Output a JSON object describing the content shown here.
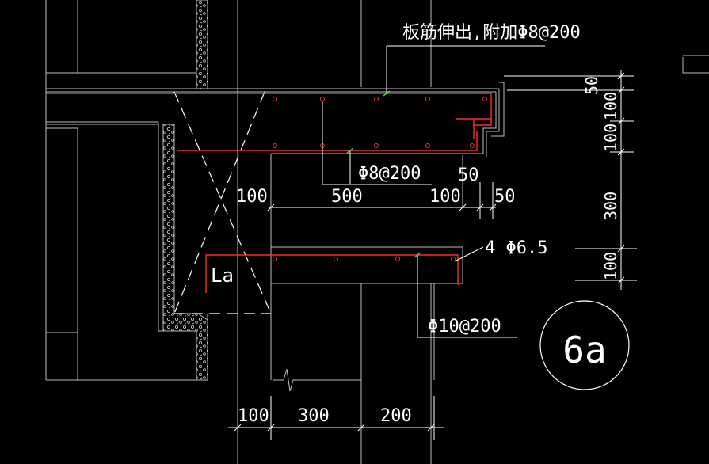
{
  "annotations": {
    "slab_rebar_note": "板筋伸出,附加Φ8@200",
    "top_rebar": "Φ8@200",
    "bottom_rebar": "Φ10@200",
    "corner_bars": "4 Φ6.5",
    "anchor_label": "La"
  },
  "dimensions": {
    "h_upper": [
      "100",
      "500",
      "100",
      "50",
      "50"
    ],
    "h_lower": [
      "100",
      "300",
      "200"
    ],
    "v_right": [
      "50",
      "100",
      "100",
      "300",
      "100"
    ]
  },
  "detail_label": "6a",
  "colors": {
    "background": "#000000",
    "lines": "#bdbdbd",
    "rebar": "#ff2a2a",
    "text": "#ffffff",
    "leader_tick": "#3cff3c"
  }
}
